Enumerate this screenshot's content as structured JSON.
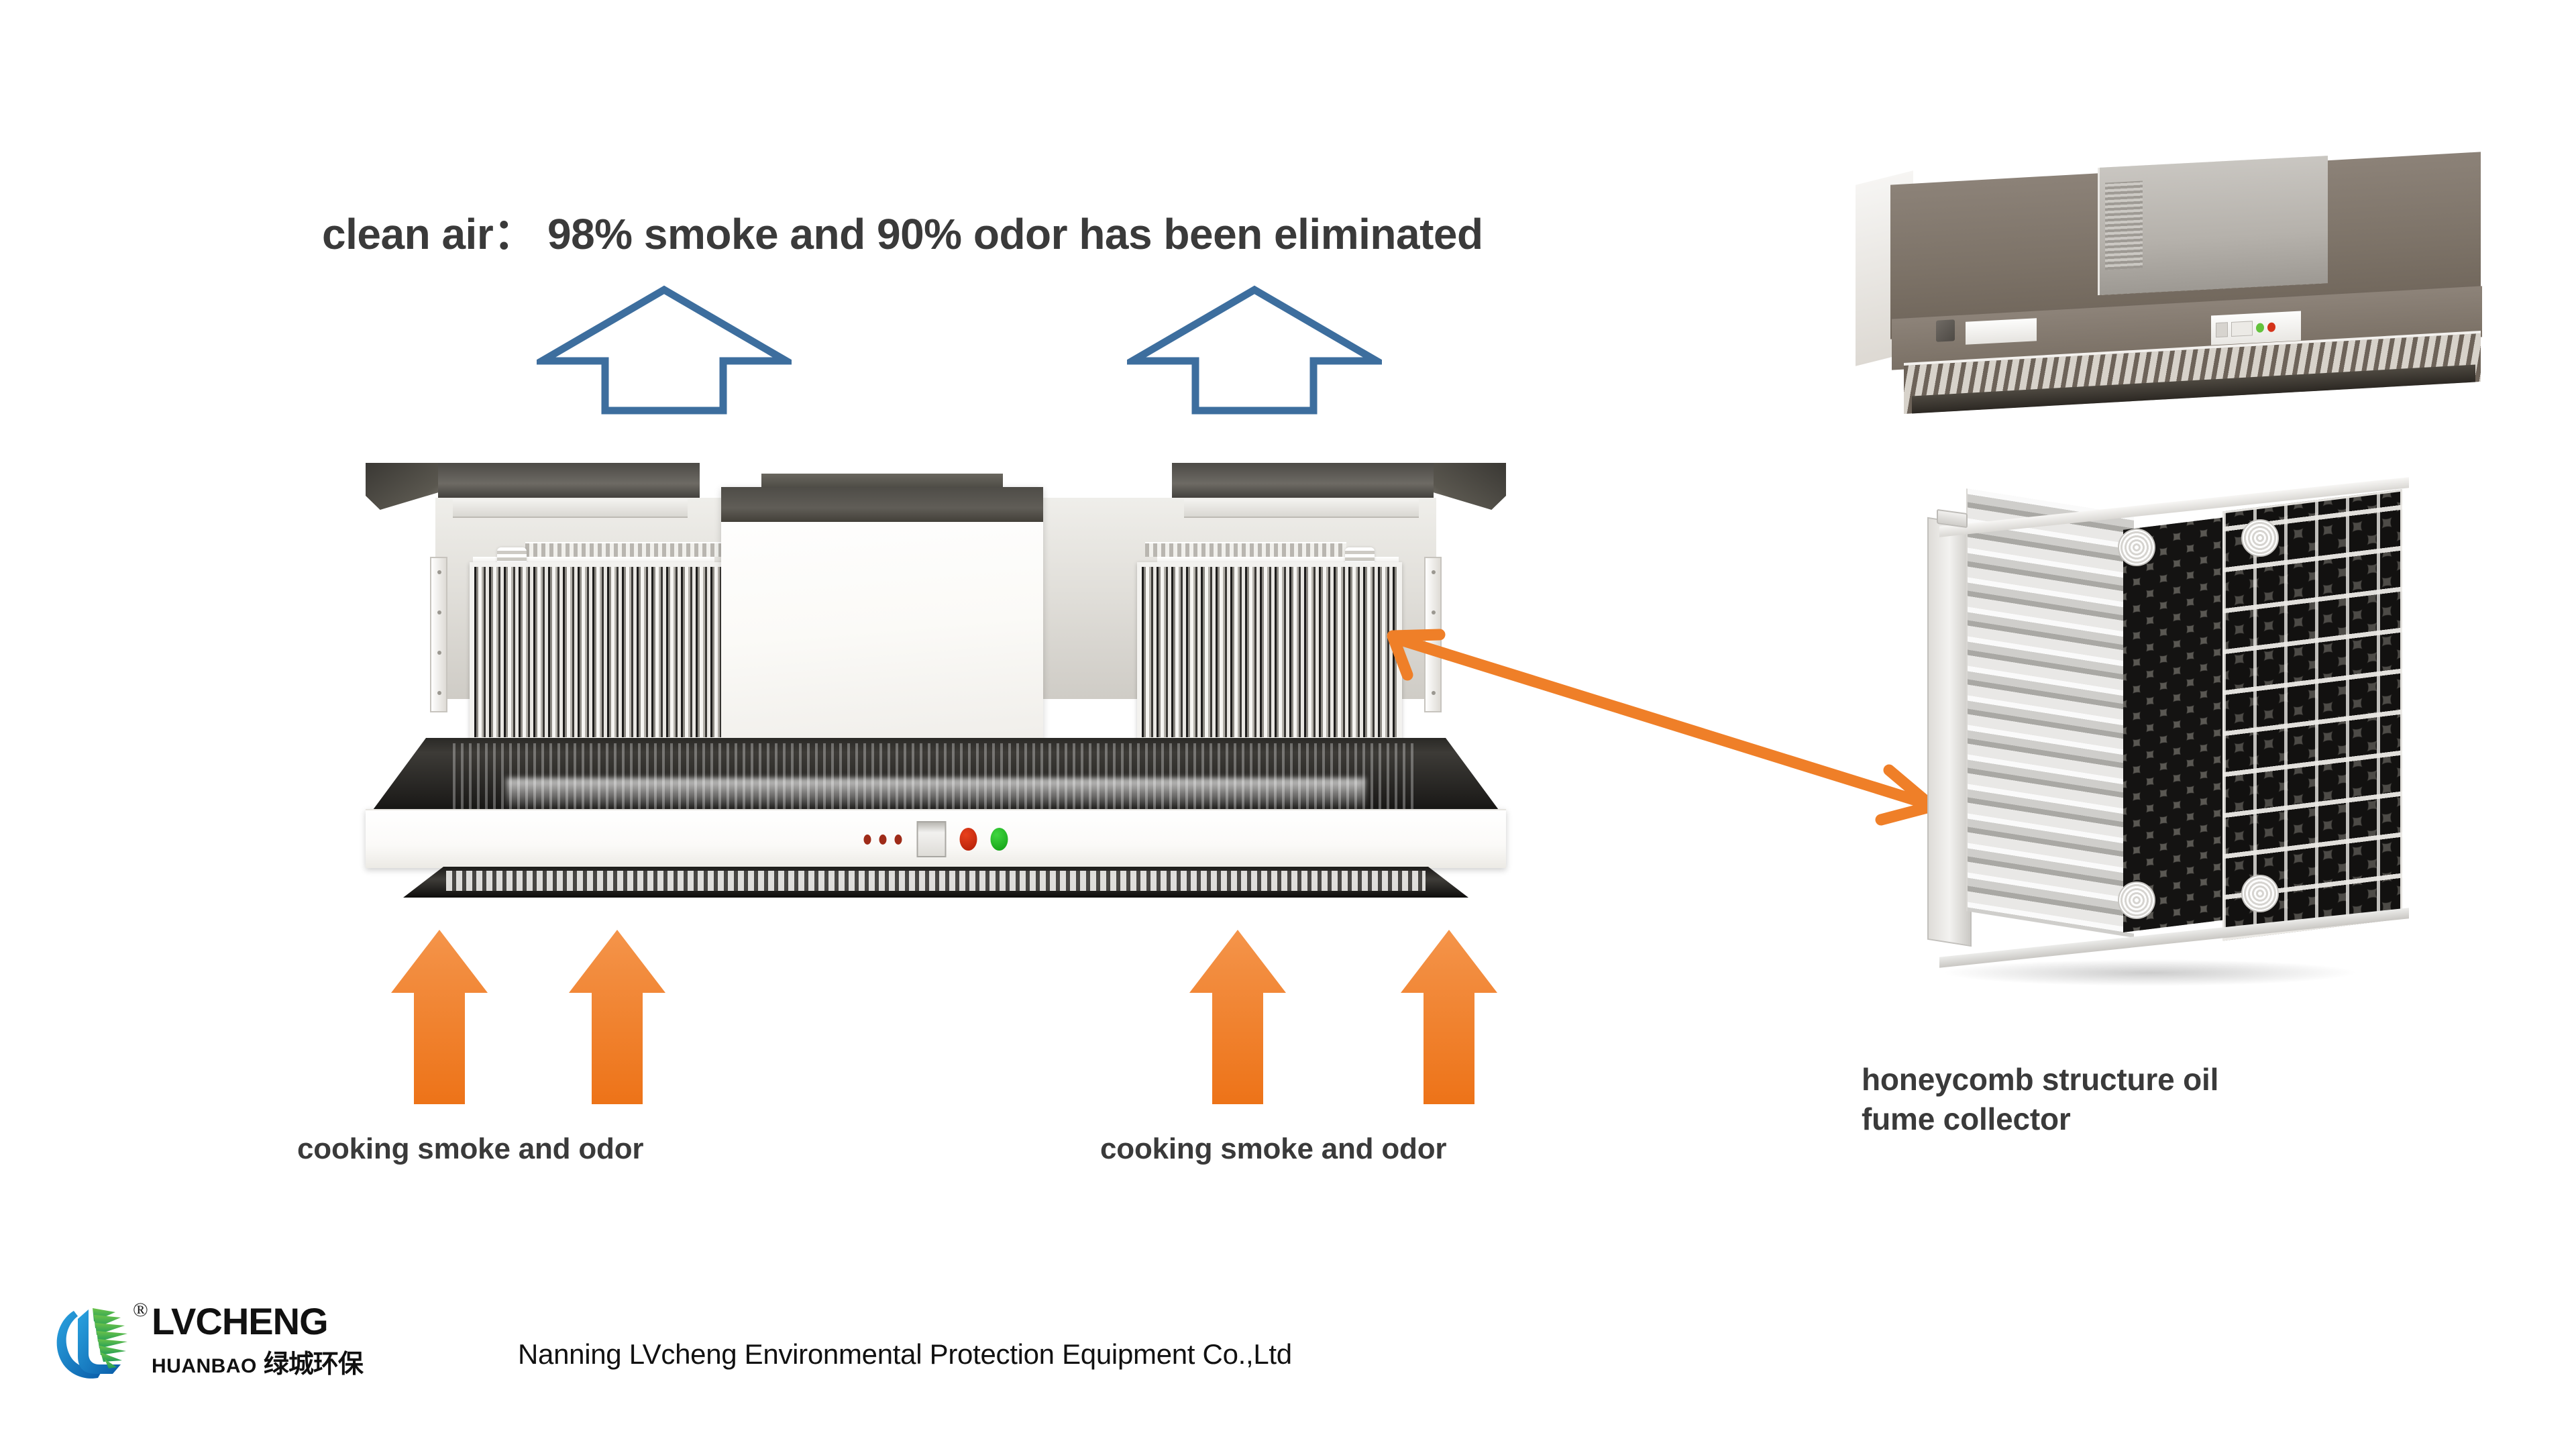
{
  "slide": {
    "headline": "clean air： 98% smoke and 90% odor has been eliminated",
    "captions": {
      "left": "cooking smoke and odor",
      "right": "cooking smoke and odor"
    },
    "right_label": {
      "line1": "honeycomb structure oil",
      "line2": "fume collector"
    }
  },
  "diagram": {
    "clean_air_arrows": [
      {
        "name": "clean-air-arrow-left",
        "direction": "up",
        "style": "outline",
        "color": "#3d6e9e"
      },
      {
        "name": "clean-air-arrow-right",
        "direction": "up",
        "style": "outline",
        "color": "#3d6e9e"
      }
    ],
    "smoke_arrows": [
      {
        "name": "smoke-arrow-1",
        "direction": "up",
        "style": "solid",
        "color": "#ef7f28"
      },
      {
        "name": "smoke-arrow-2",
        "direction": "up",
        "style": "solid",
        "color": "#ef7f28"
      },
      {
        "name": "smoke-arrow-3",
        "direction": "up",
        "style": "solid",
        "color": "#ef7f28"
      },
      {
        "name": "smoke-arrow-4",
        "direction": "up",
        "style": "solid",
        "color": "#ef7f28"
      }
    ],
    "connector": {
      "name": "collector-callout-arrow",
      "style": "double-headed",
      "color": "#ef7f28"
    },
    "products": {
      "main_hood": {
        "name": "fume-purification-hood",
        "controls": {
          "indicator_leds": 3,
          "gauge": "analog-meter",
          "buttons": [
            "red",
            "green"
          ]
        }
      },
      "perspective_hood": {
        "name": "commercial-range-hood-photo"
      },
      "collector": {
        "name": "honeycomb-oil-fume-collector-photo"
      }
    }
  },
  "footer": {
    "logo": {
      "brand": "LVCHENG",
      "sub_en": "HUANBAO",
      "sub_cn": "绿城环保",
      "registered": "®",
      "colors": {
        "blue": "#1273bd",
        "green": "#4cae3a"
      }
    },
    "company": "Nanning LVcheng Environmental Protection Equipment Co.,Ltd"
  },
  "theme": {
    "background": "#ffffff",
    "text": "#3a3a3a",
    "orange": "#ef7f28",
    "blue": "#3d6e9e"
  }
}
